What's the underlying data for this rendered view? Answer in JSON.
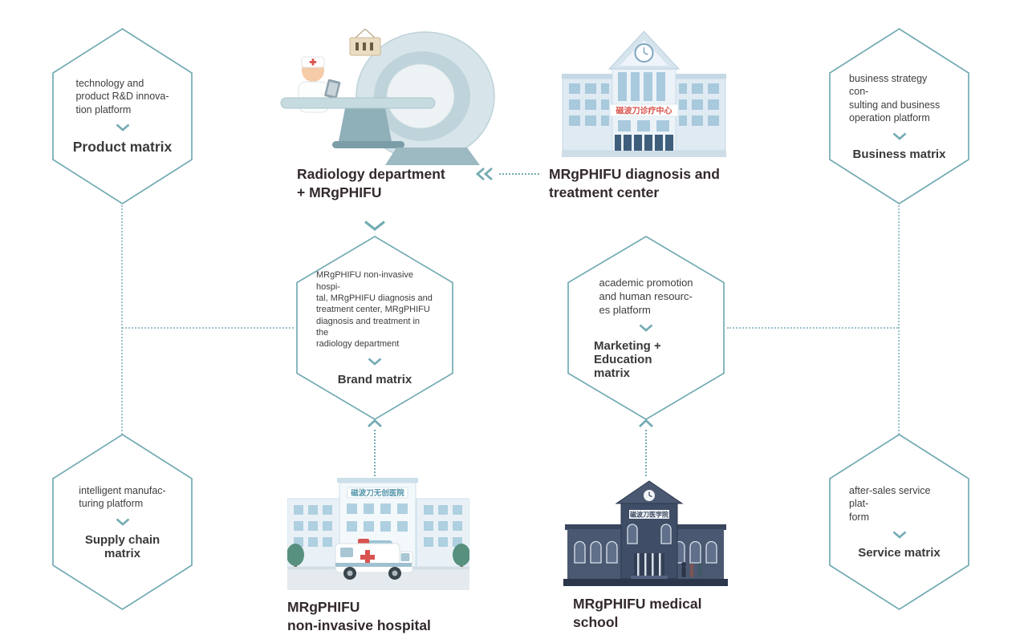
{
  "colors": {
    "accent": "#74abb4",
    "caption_text": "#33292b",
    "sign_red": "#d8524a",
    "sign_teal": "#4f93a8"
  },
  "hexagons": {
    "product": {
      "description": "technology and\nproduct R&D innova-\ntion platform",
      "label": "Product matrix"
    },
    "business": {
      "description": "business strategy con-\nsulting and business\noperation platform",
      "label": "Business matrix"
    },
    "supply_chain": {
      "description": "intelligent manufac-\nturing platform",
      "label": "Supply chain matrix"
    },
    "service": {
      "description": "after-sales service plat-\nform",
      "label": "Service matrix"
    },
    "brand": {
      "description": "MRgPHIFU non-invasive hospi-\ntal, MRgPHIFU diagnosis and\ntreatment center, MRgPHIFU\ndiagnosis and treatment in the\nradiology department",
      "label": "Brand matrix"
    },
    "marketing": {
      "description": "academic promotion\nand human resourc-\nes platform",
      "label": "Marketing + Education\nmatrix"
    }
  },
  "captions": {
    "radiology": "Radiology department\n+ MRgPHIFU",
    "treatment_center": "MRgPHIFU diagnosis and\ntreatment center",
    "hospital": "MRgPHIFU\nnon-invasive hospital",
    "medical_school": "MRgPHIFU medical\nschool"
  },
  "signs": {
    "treatment_center": "磁波刀诊疗中心",
    "hospital": "磁波刀无创医院",
    "medical_school": "磁波刀医学院"
  }
}
